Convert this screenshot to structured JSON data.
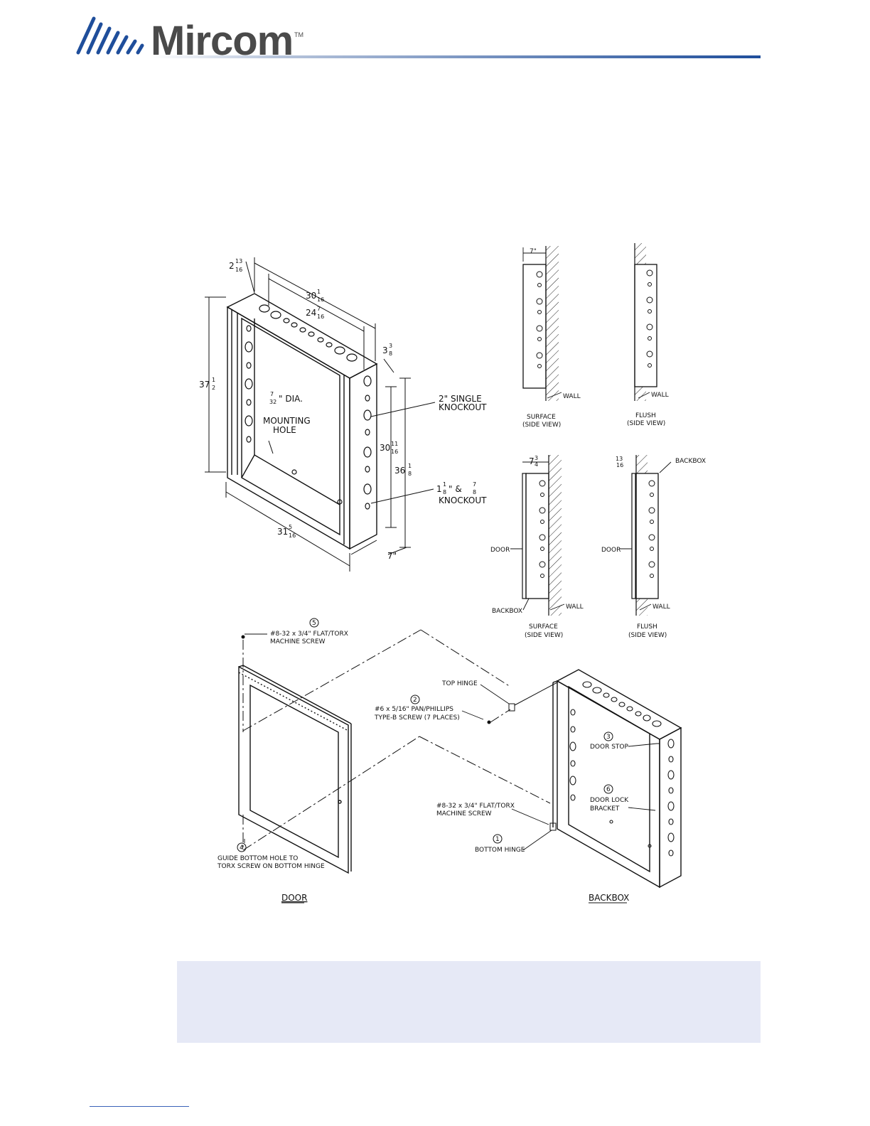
{
  "header": {
    "logo_text": "Mircom",
    "logo_tm": "TM",
    "brand_color": "#1f4e9b"
  },
  "iso_view": {
    "dim_depth": "2",
    "dim_depth_frac_num": "13",
    "dim_depth_frac_den": "16",
    "dim_top_outer": "30",
    "dim_top_outer_num": "1",
    "dim_top_outer_den": "16",
    "dim_top_inner": "24",
    "dim_top_inner_num": "7",
    "dim_top_inner_den": "16",
    "dim_side_small": "3",
    "dim_side_small_num": "3",
    "dim_side_small_den": "8",
    "dim_height": "37",
    "dim_height_num": "1",
    "dim_height_den": "2",
    "dim_side_inner": "30",
    "dim_side_inner_num": "11",
    "dim_side_inner_den": "16",
    "dim_side_outer": "36",
    "dim_side_outer_num": "1",
    "dim_side_outer_den": "8",
    "dim_bottom": "31",
    "dim_bottom_num": "5",
    "dim_bottom_den": "16",
    "dim_box_depth": "7\"",
    "mounting_hole_num": "7",
    "mounting_hole_den": "32",
    "mounting_hole_line1": "\" DIA.",
    "mounting_hole_line2": "MOUNTING",
    "mounting_hole_line3": "HOLE",
    "knockout_single_line1": "2\" SINGLE",
    "knockout_single_line2": "KNOCKOUT",
    "knockout_combo_a": "1",
    "knockout_combo_a_num": "1",
    "knockout_combo_a_den": "8",
    "knockout_combo_amp": "\" & ",
    "knockout_combo_b_num": "7",
    "knockout_combo_b_den": "8",
    "knockout_combo_line2": "KNOCKOUT"
  },
  "side_views": {
    "surface_top_dim": "7\"",
    "flush_wall": "WALL",
    "surface_wall": "WALL",
    "surface_caption_1": "SURFACE",
    "surface_caption_2": "(SIDE VIEW)",
    "flush_caption_1": "FLUSH",
    "flush_caption_2": "(SIDE VIEW)",
    "surface_door_dim": "7",
    "surface_door_dim_num": "3",
    "surface_door_dim_den": "4",
    "flush_door_dim_num": "13",
    "flush_door_dim_den": "16",
    "flush_backbox": "BACKBOX",
    "door_label_a": "DOOR",
    "door_label_b": "DOOR",
    "backbox_label": "BACKBOX",
    "wall_label_c": "WALL",
    "wall_label_d": "WALL",
    "surface_caption_3": "SURFACE",
    "surface_caption_4": "(SIDE VIEW)",
    "flush_caption_3": "FLUSH",
    "flush_caption_4": "(SIDE VIEW)"
  },
  "assembly": {
    "callout_5": "5",
    "screw_5_line1": "#8-32 x 3/4\" FLAT/TORX",
    "screw_5_line2": "MACHINE SCREW",
    "top_hinge": "TOP HINGE",
    "callout_2": "2",
    "screw_2_line1": "#6 x 5/16\" PAN/PHILLIPS",
    "screw_2_line2": "TYPE-B SCREW (7 PLACES)",
    "callout_3": "3",
    "door_stop": "DOOR STOP",
    "callout_6": "6",
    "door_lock_1": "DOOR LOCK",
    "door_lock_2": "BRACKET",
    "screw_b_line1": "#8-32 x 3/4\" FLAT/TORX",
    "screw_b_line2": "MACHINE SCREW",
    "callout_1": "1",
    "bottom_hinge": "BOTTOM HINGE",
    "callout_4": "4",
    "guide_line1": "GUIDE BOTTOM HOLE TO",
    "guide_line2": "TORX SCREW ON BOTTOM HINGE",
    "door_caption": "DOOR",
    "backbox_caption": "BACKBOX"
  }
}
